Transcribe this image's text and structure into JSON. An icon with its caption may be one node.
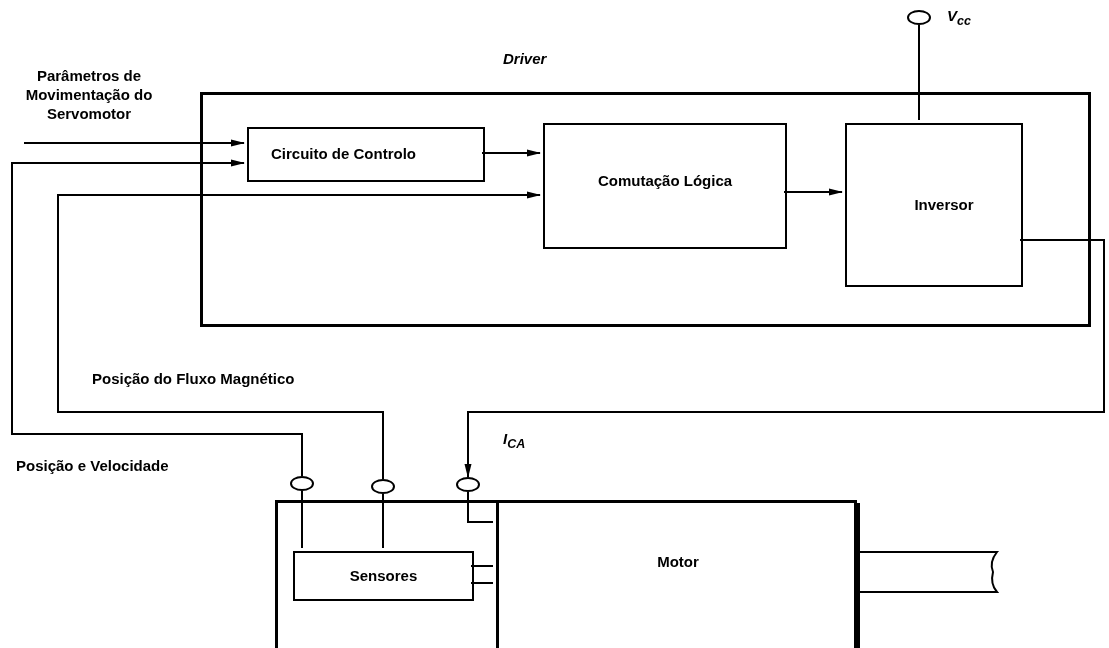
{
  "diagram": {
    "nodes": [
      {
        "text": [
          "Driver"
        ]
      },
      {
        "text": [
          "Circuito de Controlo"
        ],
        "in": 0
      },
      {
        "text": [
          "Comutação Lógica"
        ],
        "in": 0
      },
      {
        "text": [
          "Inversor"
        ],
        "in": 0
      },
      {
        "text": [],
        "shape": "circle",
        "beside": [
          "V$_{cc}$"
        ]
      },
      {
        "text": [],
        "shape": "box"
      },
      {
        "text": [
          "Motor"
        ],
        "in": 5
      },
      {
        "text": [
          "Sensores"
        ],
        "in": 5
      },
      {
        "text": [],
        "shape": "circle"
      },
      {
        "text": [],
        "shape": "circle"
      },
      {
        "text": [],
        "shape": "circle"
      }
    ],
    "edges": [
      {
        "from": null,
        "to": 1,
        "arrow": "to",
        "label": "Parâmetros de Movimentação do Servomotor"
      },
      {
        "from": 8,
        "to": 1,
        "arrow": "to",
        "label": "Posição e Velocidade"
      },
      {
        "from": 9,
        "to": 2,
        "arrow": "to",
        "label": "Posição do Fluxo Magnético"
      },
      {
        "from": 1,
        "to": 2,
        "arrow": "to"
      },
      {
        "from": 2,
        "to": 3,
        "arrow": "to"
      },
      {
        "from": 4,
        "to": 3,
        "arrow": "none"
      },
      {
        "from": 3,
        "to": 10,
        "arrow": "to",
        "label": "I$_{CA}$"
      },
      {
        "from": 7,
        "to": 8,
        "arrow": "none"
      },
      {
        "from": 7,
        "to": 9,
        "arrow": "none"
      },
      {
        "from": 10,
        "to": 6,
        "arrow": "none"
      },
      {
        "from": 7,
        "to": 6,
        "arrow": "none"
      },
      {
        "from": 7,
        "to": 6,
        "arrow": "none"
      }
    ]
  }
}
